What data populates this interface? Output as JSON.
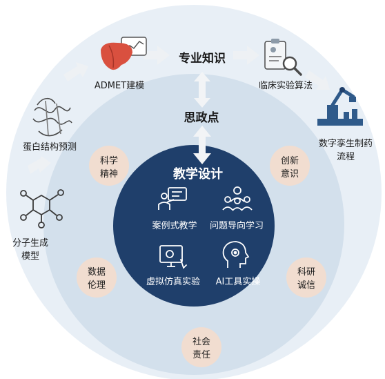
{
  "outer_ring": {
    "title": "专业知识",
    "items": {
      "admet": "ADMET建模",
      "clinical": "临床实验算法",
      "protein": "蛋白结构预测",
      "twin_line1": "数字孪生制药",
      "twin_line2": "流程",
      "molecule_line1": "分子生成",
      "molecule_line2": "模型"
    }
  },
  "middle_ring": {
    "title": "思政点",
    "badges": {
      "science_spirit": [
        "科学",
        "精神"
      ],
      "innovation": [
        "创新",
        "意识"
      ],
      "data_ethics": [
        "数据",
        "伦理"
      ],
      "research_integrity": [
        "科研",
        "诚信"
      ],
      "social_responsibility": [
        "社会",
        "责任"
      ]
    }
  },
  "core": {
    "title": "教学设计",
    "methods": {
      "case": "案例式教学",
      "problem": "问题导向学习",
      "virtual": "虚拟仿真实验",
      "ai": "AI工具实操"
    }
  },
  "colors": {
    "outer_ring": "#e8eff6",
    "middle_ring": "#d3e0ec",
    "core": "#1f3f6b",
    "badge": "#f1ddd0",
    "arrow": "#e9ecef",
    "text_dark": "#1a1a1a",
    "icon_line": "#4a4a4a",
    "liver": "#d9503f"
  }
}
